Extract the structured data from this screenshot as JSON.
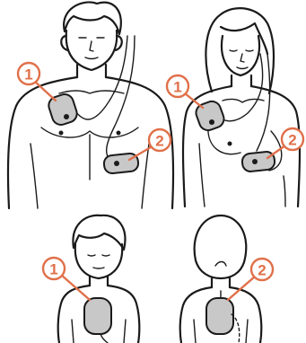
{
  "colors": {
    "marker": "#e0704a",
    "ink": "#1a1a1a",
    "pad": "#c8c8c8",
    "background": "#ffffff"
  },
  "figures": [
    {
      "name": "adult-male",
      "markers": [
        {
          "label": "1"
        },
        {
          "label": "2"
        }
      ]
    },
    {
      "name": "adult-female",
      "markers": [
        {
          "label": "1"
        },
        {
          "label": "2"
        }
      ]
    },
    {
      "name": "child-front",
      "markers": [
        {
          "label": "1"
        }
      ]
    },
    {
      "name": "child-back",
      "markers": [
        {
          "label": "2"
        }
      ]
    }
  ]
}
